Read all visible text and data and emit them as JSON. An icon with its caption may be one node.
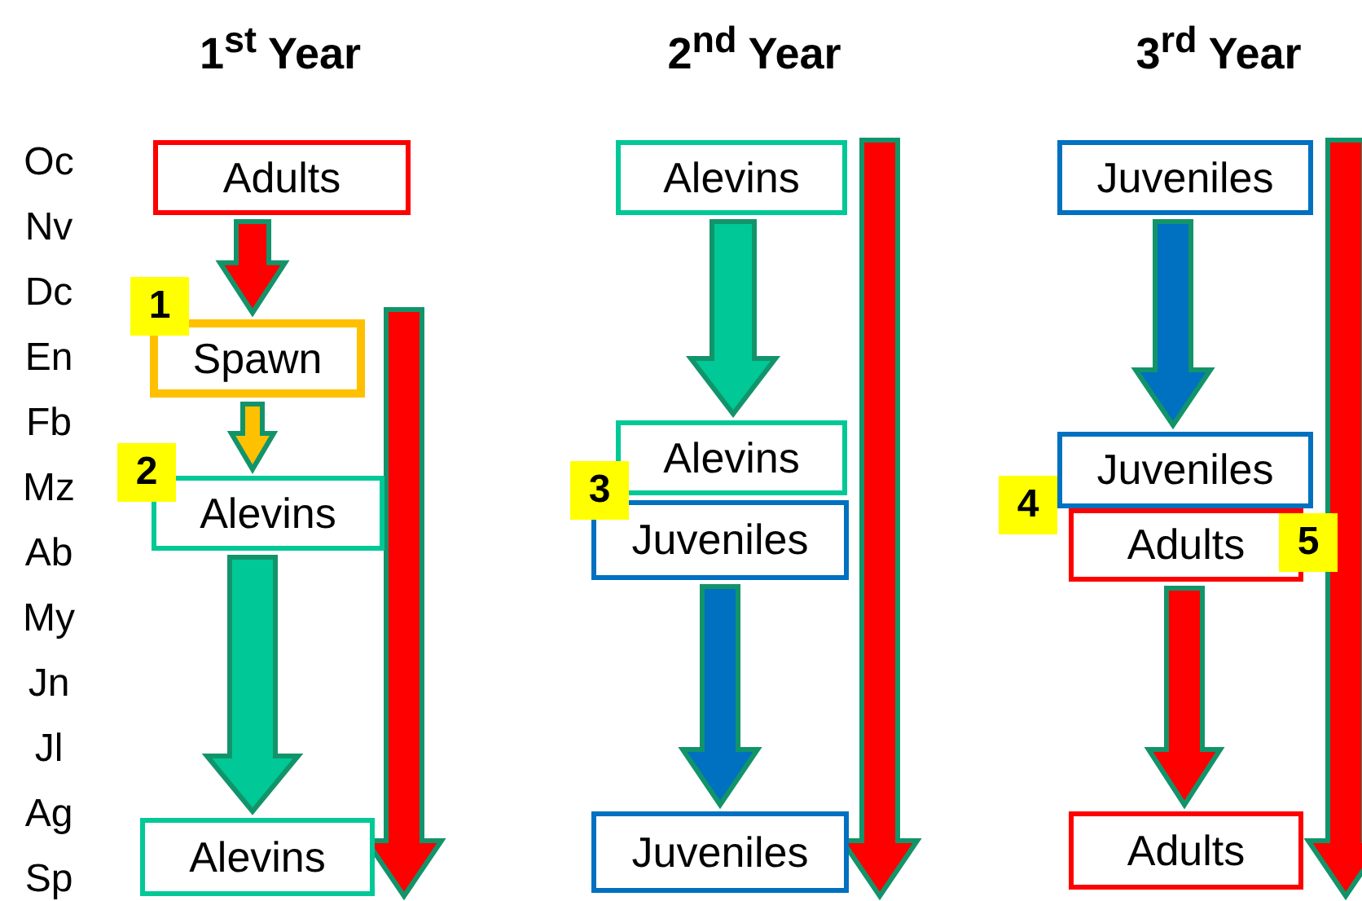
{
  "diagram": {
    "nodes": [
      {
        "text": [
          "Adults"
        ]
      },
      {
        "text": [
          "Spawn"
        ]
      },
      {
        "text": [
          "Alevins"
        ]
      },
      {
        "text": [
          "Alevins"
        ]
      },
      {
        "text": [
          "Alevins"
        ]
      },
      {
        "text": [
          "Alevins"
        ]
      },
      {
        "text": [
          "Juveniles"
        ]
      },
      {
        "text": [
          "Juveniles"
        ]
      },
      {
        "text": [
          "Juveniles"
        ]
      },
      {
        "text": [
          "Juveniles"
        ]
      },
      {
        "text": [
          "Adults"
        ]
      },
      {
        "text": [
          "Adults"
        ]
      }
    ],
    "edges": [
      {
        "from": 0,
        "to": 1,
        "arrow": "to",
        "style": "thick",
        "color": "#ff0000"
      },
      {
        "from": 1,
        "to": 2,
        "arrow": "to",
        "style": "thick",
        "color": "#ffc000"
      },
      {
        "from": 2,
        "to": 3,
        "arrow": "to",
        "style": "thick",
        "color": "#00c896"
      },
      {
        "from": 4,
        "to": 5,
        "arrow": "to",
        "style": "thick",
        "color": "#00c896"
      },
      {
        "from": 6,
        "to": 7,
        "arrow": "to",
        "style": "thick",
        "color": "#0070c0"
      },
      {
        "from": 8,
        "to": 9,
        "arrow": "to",
        "style": "thick",
        "color": "#0070c0"
      },
      {
        "from": 10,
        "to": 11,
        "arrow": "to",
        "style": "thick",
        "color": "#ff0000"
      }
    ],
    "labels": [
      "1$^{st}$ Year",
      "2$^{nd}$ Year",
      "3$^{rd}$ Year",
      "Oc",
      "Nv",
      "Dc",
      "En",
      "Fb",
      "Mz",
      "Ab",
      "My",
      "Jn",
      "Jl",
      "Ag",
      "Sp",
      "1",
      "2",
      "3",
      "4",
      "5"
    ]
  }
}
